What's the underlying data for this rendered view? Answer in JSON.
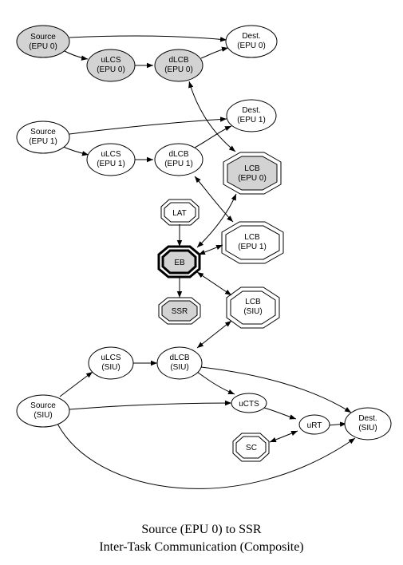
{
  "caption": {
    "line1": "Source (EPU 0) to SSR",
    "line2": "Inter-Task Communication (Composite)"
  },
  "nodes": {
    "src_epu0": {
      "line1": "Source",
      "line2": "(EPU 0)",
      "fill": "#d3d3d3"
    },
    "dest_epu0": {
      "line1": "Dest.",
      "line2": "(EPU 0)",
      "fill": "#ffffff"
    },
    "ulcs_epu0": {
      "line1": "uLCS",
      "line2": "(EPU 0)",
      "fill": "#d3d3d3"
    },
    "dlcb_epu0": {
      "line1": "dLCB",
      "line2": "(EPU 0)",
      "fill": "#d3d3d3"
    },
    "src_epu1": {
      "line1": "Source",
      "line2": "(EPU 1)",
      "fill": "#ffffff"
    },
    "dest_epu1": {
      "line1": "Dest.",
      "line2": "(EPU 1)",
      "fill": "#ffffff"
    },
    "ulcs_epu1": {
      "line1": "uLCS",
      "line2": "(EPU 1)",
      "fill": "#ffffff"
    },
    "dlcb_epu1": {
      "line1": "dLCB",
      "line2": "(EPU 1)",
      "fill": "#ffffff"
    },
    "lcb_epu0": {
      "line1": "LCB",
      "line2": "(EPU 0)",
      "fill": "#d3d3d3"
    },
    "lat": {
      "line1": "LAT",
      "fill": "#ffffff"
    },
    "lcb_epu1": {
      "line1": "LCB",
      "line2": "(EPU 1)",
      "fill": "#ffffff"
    },
    "eb": {
      "line1": "EB",
      "fill": "#d3d3d3"
    },
    "ssr": {
      "line1": "SSR",
      "fill": "#d3d3d3"
    },
    "lcb_siu": {
      "line1": "LCB",
      "line2": "(SIU)",
      "fill": "#ffffff"
    },
    "ulcs_siu": {
      "line1": "uLCS",
      "line2": "(SIU)",
      "fill": "#ffffff"
    },
    "dlcb_siu": {
      "line1": "dLCB",
      "line2": "(SIU)",
      "fill": "#ffffff"
    },
    "src_siu": {
      "line1": "Source",
      "line2": "(SIU)",
      "fill": "#ffffff"
    },
    "ucts": {
      "line1": "uCTS",
      "fill": "#ffffff"
    },
    "urt": {
      "line1": "uRT",
      "fill": "#ffffff"
    },
    "dest_siu": {
      "line1": "Dest.",
      "line2": "(SIU)",
      "fill": "#ffffff"
    },
    "sc": {
      "line1": "SC",
      "fill": "#ffffff"
    }
  }
}
